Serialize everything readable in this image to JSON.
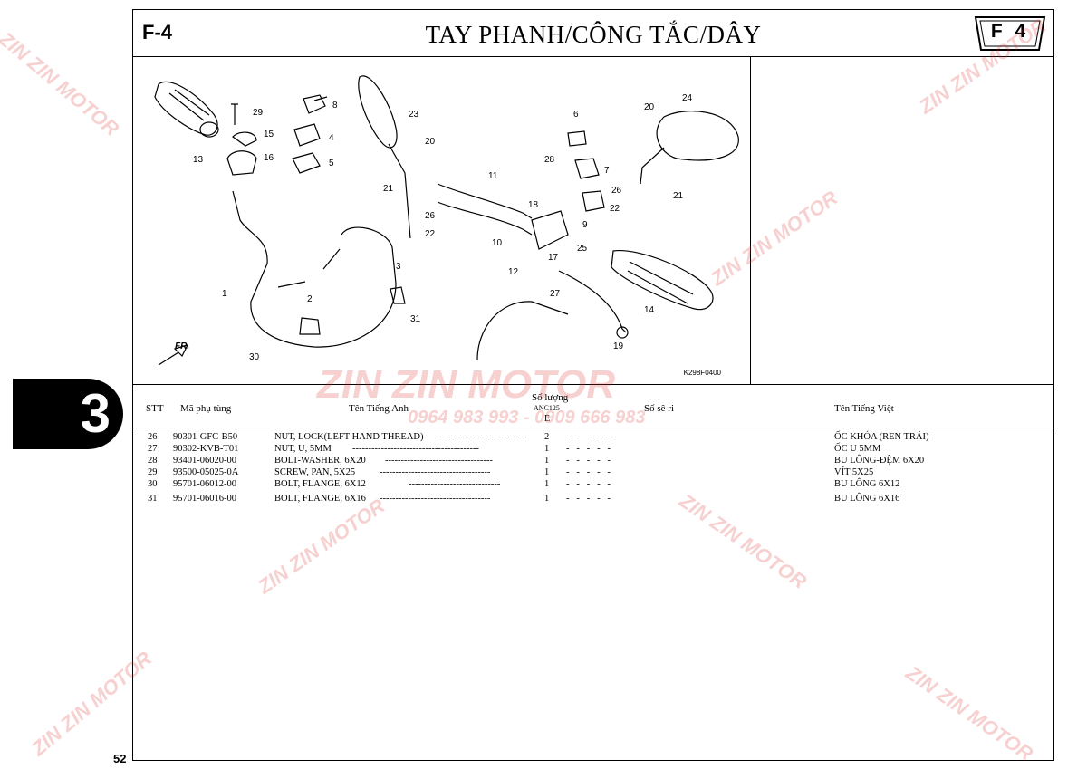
{
  "header": {
    "code_left": "F-4",
    "title": "TAY PHANH/CÔNG TẮC/DÂY",
    "code_badge": "F 4"
  },
  "diagram": {
    "code": "K298F0400",
    "direction_label": "FR.",
    "callouts": [
      "1",
      "2",
      "3",
      "4",
      "5",
      "6",
      "7",
      "8",
      "9",
      "10",
      "11",
      "12",
      "13",
      "14",
      "15",
      "16",
      "17",
      "18",
      "19",
      "20",
      "20",
      "21",
      "21",
      "22",
      "22",
      "23",
      "24",
      "25",
      "26",
      "26",
      "27",
      "28",
      "29",
      "30",
      "31"
    ]
  },
  "table": {
    "headers": {
      "stt": "STT",
      "part_no": "Mã phụ tùng",
      "name_en": "Tên Tiếng Anh",
      "qty": "Số lượng",
      "model": "ANC125",
      "model_sub": "E",
      "serial": "Số sê ri",
      "name_vi": "Tên Tiếng Việt"
    },
    "rows": [
      {
        "stt": "26",
        "part_no": "90301-GFC-B50",
        "name_en": "NUT, LOCK(LEFT HAND THREAD)",
        "dashes": "---------------------------",
        "qty": "2",
        "serial": "-   -   -   -   -",
        "name_vi": "ỐC KHÓA (REN TRÁI)"
      },
      {
        "stt": "27",
        "part_no": "90302-KVB-T01",
        "name_en": "NUT, U, 5MM",
        "dashes": "----------------------------------------",
        "qty": "1",
        "serial": "-   -   -   -   -",
        "name_vi": "ỐC U 5MM"
      },
      {
        "stt": "28",
        "part_no": "93401-06020-00",
        "name_en": "BOLT-WASHER, 6X20",
        "dashes": "----------------------------------",
        "qty": "1",
        "serial": "-   -   -   -   -",
        "name_vi": "BU LÔNG-ĐỆM 6X20"
      },
      {
        "stt": "29",
        "part_no": "93500-05025-0A",
        "name_en": "SCREW, PAN, 5X25",
        "dashes": "-----------------------------------",
        "qty": "1",
        "serial": "-   -   -   -   -",
        "name_vi": "VÍT 5X25"
      },
      {
        "stt": "30",
        "part_no": "95701-06012-00",
        "name_en": "BOLT, FLANGE, 6X12",
        "dashes": "-----------------------------",
        "qty": "1",
        "serial": "-   -   -   -   -",
        "name_vi": "BU LÔNG 6X12"
      },
      {
        "stt": "31",
        "part_no": "95701-06016-00",
        "name_en": "BOLT, FLANGE, 6X16",
        "dashes": "-----------------------------------",
        "qty": "1",
        "serial": "-   -   -   -   -",
        "name_vi": "BU LÔNG 6X16"
      }
    ]
  },
  "section_tab": "3",
  "page_number": "52",
  "watermark": {
    "brand": "ZIN ZIN MOTOR",
    "phone": "0964 983 993 - 0909 666 983"
  }
}
